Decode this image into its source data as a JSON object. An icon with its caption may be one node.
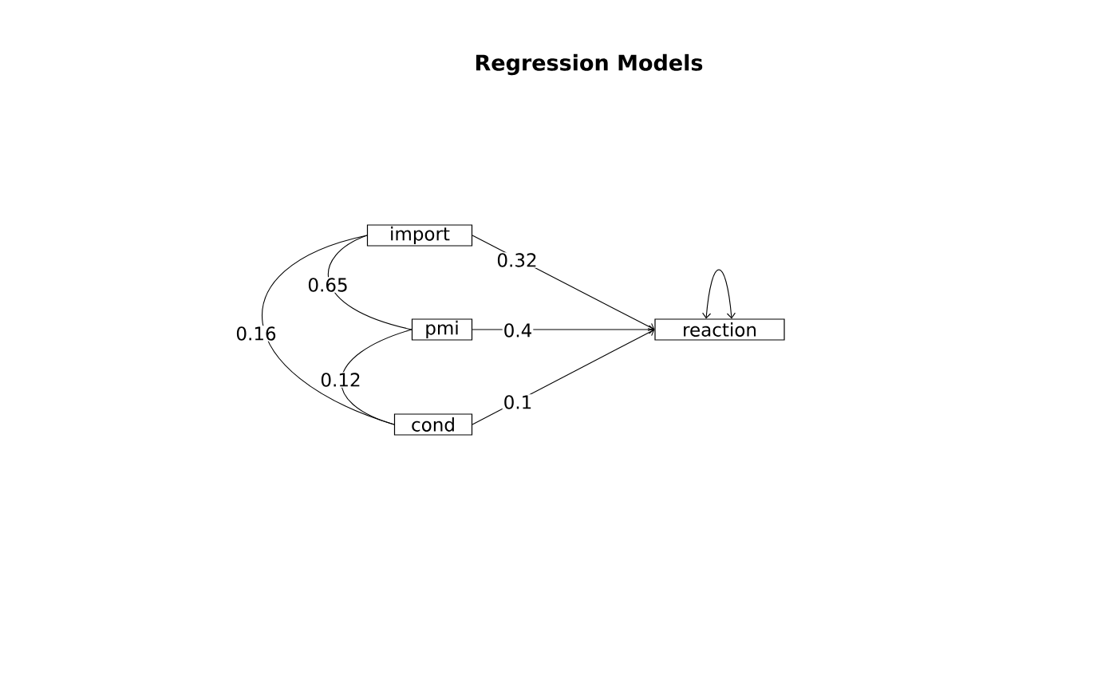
{
  "diagram": {
    "title": "Regression Models",
    "nodes": [
      {
        "text": [
          "import"
        ]
      },
      {
        "text": [
          "pmi"
        ]
      },
      {
        "text": [
          "cond"
        ]
      },
      {
        "text": [
          "reaction"
        ]
      }
    ],
    "edges": [
      {
        "from": 0,
        "to": 1,
        "arrow": "none",
        "label": "0.65"
      },
      {
        "from": 0,
        "to": 2,
        "arrow": "none",
        "label": "0.16"
      },
      {
        "from": 1,
        "to": 2,
        "arrow": "none",
        "label": "0.12"
      },
      {
        "from": 0,
        "to": 3,
        "arrow": "to",
        "label": "0.32"
      },
      {
        "from": 1,
        "to": 3,
        "arrow": "to",
        "label": "0.4"
      },
      {
        "from": 2,
        "to": 3,
        "arrow": "to",
        "label": "0.1"
      },
      {
        "from": 3,
        "to": 3,
        "arrow": "both"
      }
    ]
  }
}
